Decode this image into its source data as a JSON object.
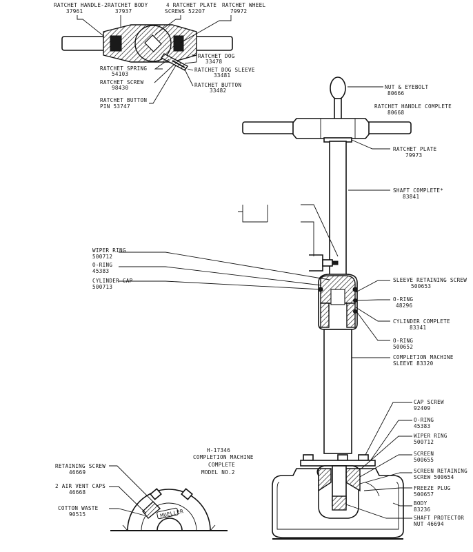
{
  "callouts": {
    "ratchet_handle_2": {
      "name": "RATCHET HANDLE-2",
      "num": "37961"
    },
    "ratchet_body": {
      "name": "RATCHET BODY",
      "num": "37937"
    },
    "ratchet_plate_screws": {
      "name": "4 RATCHET PLATE",
      "num": "SCREWS 52207"
    },
    "ratchet_wheel": {
      "name": "RATCHET WHEEL",
      "num": "79972"
    },
    "ratchet_dog": {
      "name": "RATCHET DOG",
      "num": "33478"
    },
    "ratchet_spring": {
      "name": "RATCHET SPRING",
      "num": "54103"
    },
    "ratchet_dog_sleeve": {
      "name": "RATCHET DOG SLEEVE",
      "num": "33481"
    },
    "ratchet_screw": {
      "name": "RATCHET SCREW",
      "num": "98430"
    },
    "ratchet_button": {
      "name": "RATCHET BUTTON",
      "num": "33482"
    },
    "ratchet_button_pin": {
      "name": "RATCHET BUTTON",
      "num": "PIN 53747"
    },
    "nut_eyebolt": {
      "name": "NUT & EYEBOLT",
      "num": "80666"
    },
    "ratchet_handle_complete": {
      "name": "RATCHET HANDLE COMPLETE",
      "num": "80668"
    },
    "ratchet_plate": {
      "name": "RATCHET PLATE",
      "num": "79973"
    },
    "shaft_complete": {
      "name": "SHAFT COMPLETE*",
      "num": "83841"
    },
    "wiper_ring_top": {
      "name": "WIPER RING",
      "num": "500712"
    },
    "o_ring_top_left": {
      "name": "O-RING",
      "num": "45383"
    },
    "cylinder_cap": {
      "name": "CYLINDER CAP",
      "num": "500713"
    },
    "sleeve_retaining_screw": {
      "name": "SLEEVE RETAINING SCREW",
      "num": "500653"
    },
    "o_ring_48296": {
      "name": "O-RING",
      "num": "48296"
    },
    "cylinder_complete": {
      "name": "CYLINDER COMPLETE",
      "num": "83341"
    },
    "o_ring_500652": {
      "name": "O-RING",
      "num": "500652"
    },
    "completion_machine_sleeve": {
      "name": "COMPLETION MACHINE",
      "num": "SLEEVE 83320"
    },
    "cap_screw": {
      "name": "CAP SCREW",
      "num": "92409"
    },
    "o_ring_bottom": {
      "name": "O-RING",
      "num": "45383"
    },
    "wiper_ring_bottom": {
      "name": "WIPER RING",
      "num": "500712"
    },
    "screen": {
      "name": "SCREEN",
      "num": "500655"
    },
    "screen_retaining_screw": {
      "name": "SCREEN RETAINING",
      "num": "SCREW 500654"
    },
    "freeze_plug": {
      "name": "FREEZE PLUG",
      "num": "500657"
    },
    "body": {
      "name": "BODY",
      "num": "83236"
    },
    "shaft_protector_nut": {
      "name": "SHAFT PROTECTOR",
      "num": "NUT 46694"
    },
    "retaining_screw": {
      "name": "RETAINING SCREW",
      "num": "46669"
    },
    "air_vent_caps": {
      "name": "2 AIR VENT CAPS",
      "num": "46668"
    },
    "cotton_waste": {
      "name": "COTTON WASTE",
      "num": "90515"
    }
  },
  "title_block": {
    "drawing_no": "H-17346",
    "line1": "COMPLETION MACHINE",
    "line2": "COMPLETE",
    "line3": "MODEL NO.2"
  },
  "brand_plate": "MUELLER"
}
